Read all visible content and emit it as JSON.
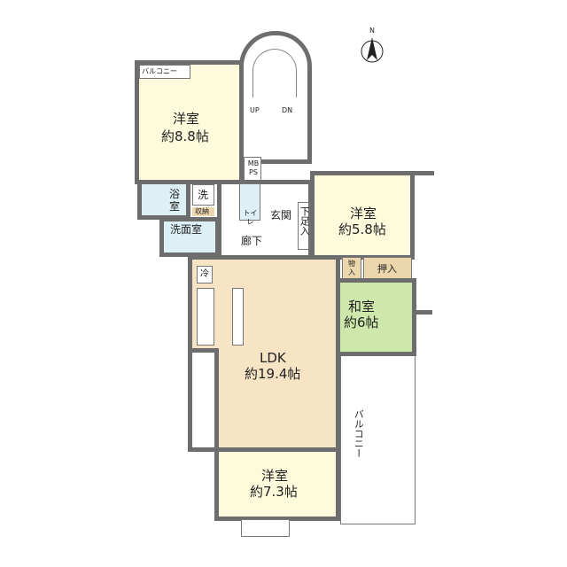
{
  "compass": {
    "label": "N"
  },
  "rooms": {
    "western1": {
      "name": "洋室",
      "size": "約8.8帖"
    },
    "western2": {
      "name": "洋室",
      "size": "約5.8帖"
    },
    "western3": {
      "name": "洋室",
      "size": "約7.3帖"
    },
    "japanese": {
      "name": "和室",
      "size": "約6帖"
    },
    "ldk": {
      "name": "LDK",
      "size": "約19.4帖"
    },
    "bath": "浴室",
    "laundry": "洗",
    "storage_small": "収納",
    "washroom": "洗面室",
    "toilet": "トイレ",
    "entrance": "玄関",
    "shoe": "下足入",
    "hallway": "廊下",
    "closet": "物入",
    "oshiire": "押入",
    "fridge": "冷",
    "mbps": "MB PS",
    "balcony_small": "バルコニー",
    "balcony_large": "バルコニー"
  },
  "stairs": {
    "up": "UP",
    "dn": "DN"
  }
}
